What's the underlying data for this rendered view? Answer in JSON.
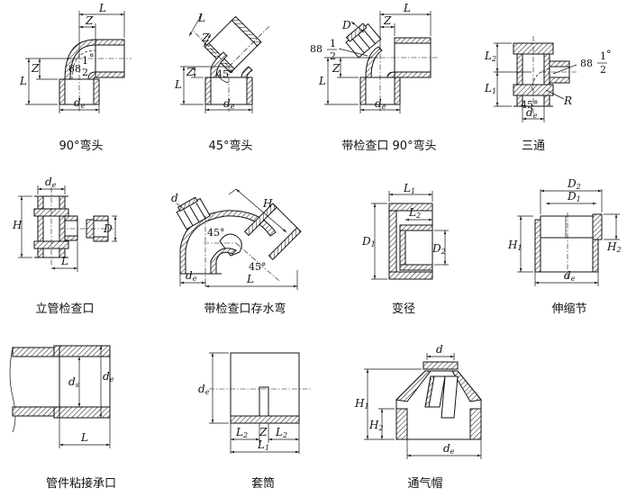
{
  "captions": {
    "elbow90": "90°弯头",
    "elbow45": "45°弯头",
    "elbow90_inspect": "带检查口 90°弯头",
    "tee": "三通",
    "inspect": "立管检查口",
    "trap": "带检查口存水弯",
    "reducer": "变径",
    "expansion": "伸缩节",
    "socket": "管件粘接承口",
    "sleeve": "套筒",
    "vent_cap": "通气帽"
  },
  "labels": {
    "L": "L",
    "Z": "Z",
    "de": "d",
    "de_sub": "e",
    "ds_sub": "s",
    "D": "D",
    "D1": "D",
    "D2": "D",
    "sub1": "1",
    "sub2": "2",
    "H": "H",
    "H1": "H",
    "H2": "H",
    "L1": "L",
    "L2": "L",
    "R": "R",
    "d": "d",
    "deg45": "45°",
    "n88": "88",
    "frac_num": "1",
    "frac_den": "2",
    "deg": "°"
  }
}
